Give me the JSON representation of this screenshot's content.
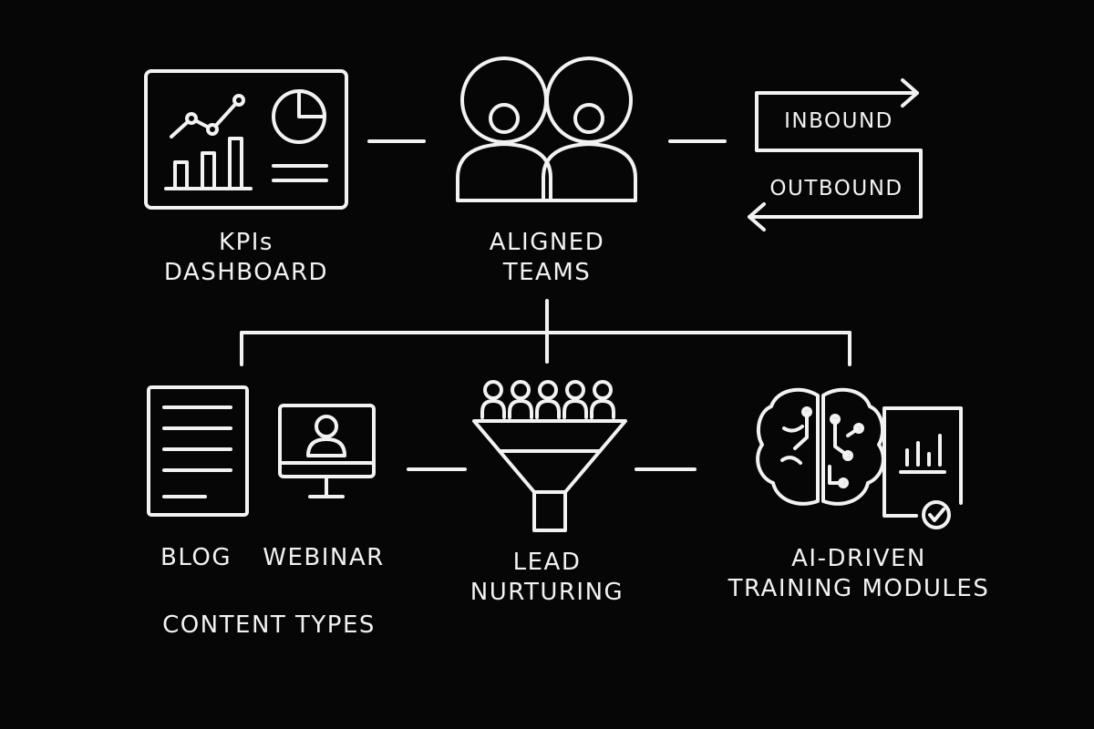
{
  "colors": {
    "background": "#060606",
    "stroke": "#f2f2f2"
  },
  "nodes": {
    "kpi": {
      "line1": "KPIs",
      "line2": "DASHBOARD",
      "icon": "dashboard-icon"
    },
    "aligned": {
      "line1": "ALIGNED",
      "line2": "TEAMS",
      "icon": "team-icon"
    },
    "flow": {
      "inbound": "INBOUND",
      "outbound": "OUTBOUND",
      "icon": "two-way-arrows-icon"
    },
    "content": {
      "blog": "BLOG",
      "webinar": "WEBINAR",
      "group": "CONTENT TYPES",
      "icons": [
        "document-icon",
        "webinar-monitor-icon"
      ]
    },
    "lead": {
      "line1": "LEAD",
      "line2": "NURTURING",
      "icon": "funnel-icon"
    },
    "ai": {
      "line1": "AI-DRIVEN",
      "line2": "TRAINING MODULES",
      "icons": [
        "brain-circuit-icon",
        "certificate-report-icon"
      ]
    }
  }
}
